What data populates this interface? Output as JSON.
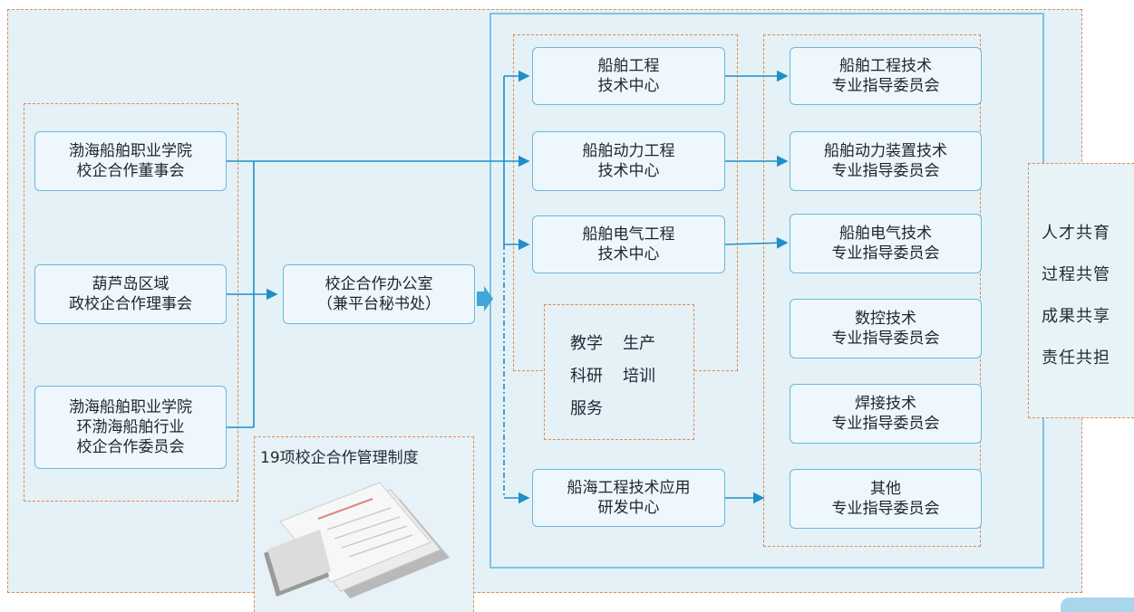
{
  "left_boards": [
    {
      "label": "渤海船舶职业学院\n校企合作董事会"
    },
    {
      "label": "葫芦岛区域\n政校企合作理事会"
    },
    {
      "label": "渤海船舶职业学院\n环渤海船舶行业\n校企合作委员会"
    }
  ],
  "office": {
    "label": "校企合作办公室\n（兼平台秘书处）"
  },
  "rules": {
    "title": "19项校企合作管理制度",
    "image_icon": "stacked-documents-icon"
  },
  "tech_centers": [
    {
      "label": "船舶工程\n技术中心"
    },
    {
      "label": "船舶动力工程\n技术中心"
    },
    {
      "label": "船舶电气工程\n技术中心"
    }
  ],
  "applied_center": {
    "label": "船海工程技术应用\n研发中心"
  },
  "functions": [
    "教学",
    "生产",
    "科研",
    "培训",
    "服务"
  ],
  "committees": [
    {
      "label": "船舶工程技术\n专业指导委员会"
    },
    {
      "label": "船舶动力装置技术\n专业指导委员会"
    },
    {
      "label": "船舶电气技术\n专业指导委员会"
    },
    {
      "label": "数控技术\n专业指导委员会"
    },
    {
      "label": "焊接技术\n专业指导委员会"
    },
    {
      "label": "其他\n专业指导委员会"
    }
  ],
  "outcomes": [
    "人才共育",
    "过程共管",
    "成果共享",
    "责任共担"
  ],
  "colors": {
    "node_border": "#6bb8de",
    "connector": "#1f8fc9",
    "dashed_group": "#e48a4a",
    "background": "#e4f1f7"
  }
}
